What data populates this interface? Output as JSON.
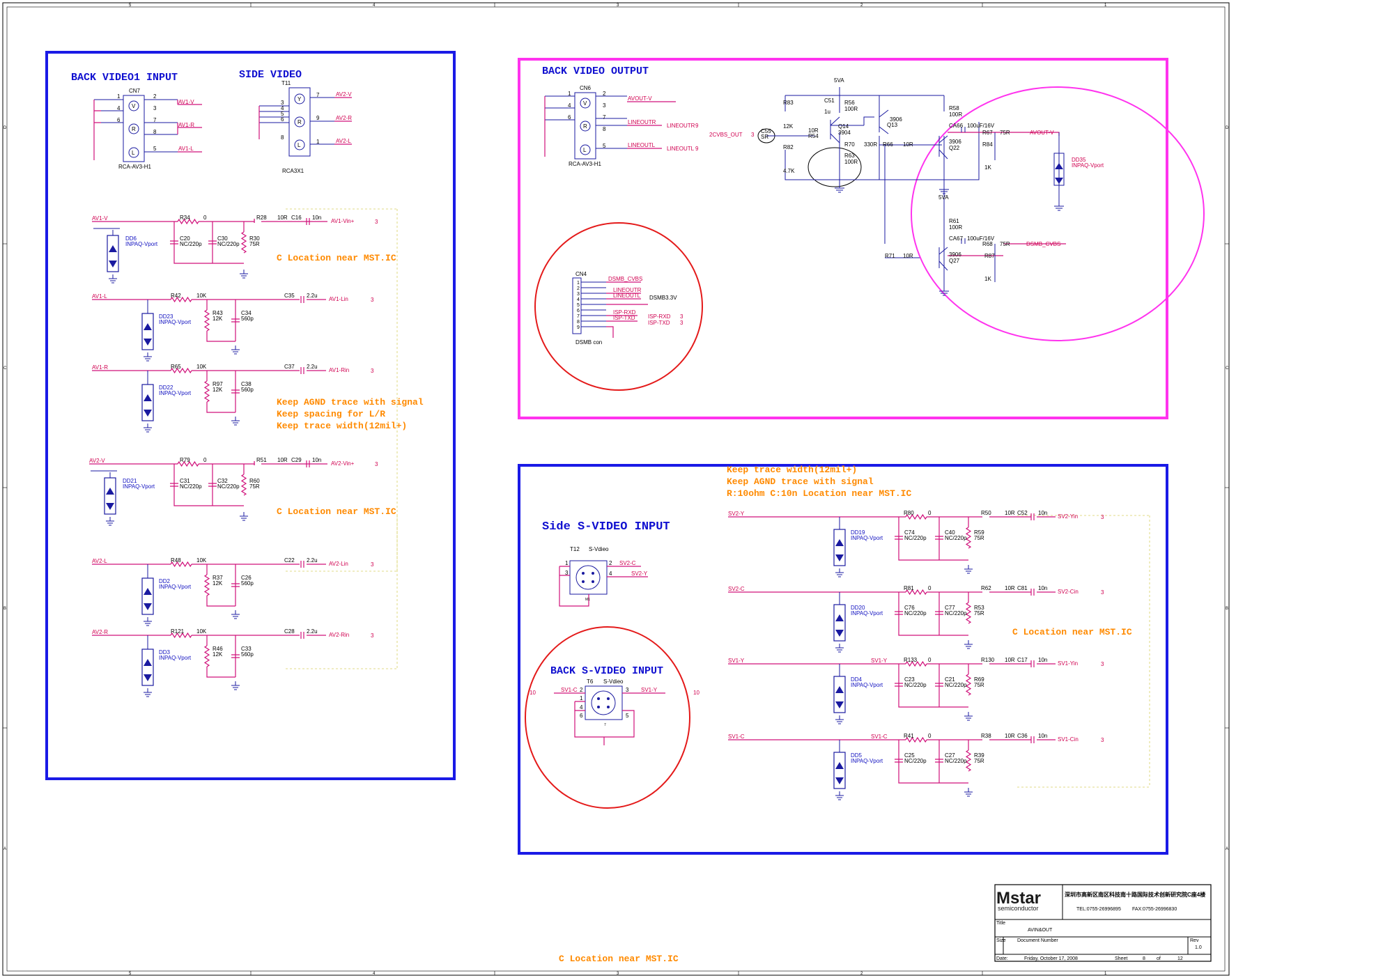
{
  "sections": {
    "back_video1_input": "BACK VIDEO1 INPUT",
    "side_video": "SIDE VIDEO",
    "back_video_output": "BACK VIDEO OUTPUT",
    "side_svideo_input": "Side S-VIDEO INPUT",
    "back_svideo_input": "BACK S-VIDEO INPUT"
  },
  "notes": {
    "c_location_1": "C Location near MST.IC",
    "keep_agnd_1": "Keep AGND trace with signal",
    "keep_spacing": "Keep spacing for L/R",
    "keep_trace_1": "Keep trace width(12mil+)",
    "c_location_2": "C Location near MST.IC",
    "keep_trace_2": "Keep trace width(12mil+)",
    "keep_agnd_2": "Keep AGND trace with signal",
    "r_c_location": "R:10ohm C:10n Location near MST.IC",
    "c_location_3": "C Location near MST.IC",
    "c_location_bottom": "C Location near MST.IC"
  },
  "connectors": {
    "cn7": {
      "ref": "CN7",
      "part": "RCA-AV3-H1",
      "pins": [
        "1",
        "2",
        "3",
        "4",
        "5",
        "6",
        "7",
        "8"
      ],
      "letters": [
        "V",
        "R",
        "L"
      ],
      "nets": [
        "AV1-V",
        "AV1-R",
        "AV1-L"
      ]
    },
    "t11": {
      "ref": "T11",
      "part": "RCA3X1",
      "pins": [
        "3",
        "4",
        "5",
        "6",
        "7",
        "8",
        "9",
        "1"
      ],
      "letters": [
        "Y",
        "R",
        "L"
      ],
      "nets": [
        "AV2-V",
        "AV2-R",
        "AV2-L"
      ]
    },
    "cn6": {
      "ref": "CN6",
      "part": "RCA-AV3-H1",
      "pins": [
        "1",
        "2",
        "3",
        "4",
        "5",
        "6",
        "7",
        "8"
      ],
      "letters": [
        "V",
        "R",
        "L"
      ],
      "nets": [
        "AVOUT-V",
        "LINEOUTR",
        "LINEOUTL"
      ],
      "offsheet": [
        "LINEOUTR",
        "LINEOUTL"
      ],
      "sheet_no": "9"
    },
    "cn4": {
      "ref": "CN4",
      "part": "DSMB con",
      "pins": [
        "1",
        "2",
        "3",
        "4",
        "5",
        "6",
        "7",
        "8",
        "9"
      ],
      "nets": [
        "DSMB_CVBS",
        "LINEOUTR",
        "LINEOUTL",
        "DSMB3.3V",
        "ISP-RXD",
        "ISP-TXD"
      ],
      "offsheet": [
        "ISP-RXD",
        "ISP-TXD"
      ],
      "sheet_no": "3"
    },
    "t12": {
      "ref": "T12",
      "part": "S-Vdieo",
      "pins": [
        "1",
        "2",
        "3",
        "4",
        "M1"
      ],
      "nets": [
        "SV2-C",
        "SV2-Y"
      ]
    },
    "t6": {
      "ref": "T6",
      "part": "S-Vdieo",
      "pins": [
        "2",
        "1",
        "3",
        "4",
        "6",
        "5",
        "7"
      ],
      "nets": [
        "SV1-C",
        "SV1-Y"
      ],
      "sheet_left": "10",
      "sheet_right": "10"
    }
  },
  "input_channels": [
    {
      "net": "AV1-V",
      "r1": "R34",
      "r1v": "0",
      "r2": "R28",
      "r2v": "10R",
      "c": "C16",
      "cv": "10n",
      "cap1": "C20",
      "cap1v": "NC/220p",
      "cap2": "C30",
      "cap2v": "NC/220p",
      "r3": "R30",
      "r3v": "75R",
      "diode": "DD6",
      "diodev": "INPAQ-Vport",
      "out": "AV1-Vin+",
      "sheet": "3"
    },
    {
      "net": "AV1-L",
      "r1": "R42",
      "r1v": "10K",
      "c": "C35",
      "cv": "2.2u",
      "r3": "R43",
      "r3v": "12K",
      "cap2": "C34",
      "cap2v": "560p",
      "diode": "DD23",
      "diodev": "INPAQ-Vport",
      "out": "AV1-Lin",
      "sheet": "3"
    },
    {
      "net": "AV1-R",
      "r1": "R65",
      "r1v": "10K",
      "c": "C37",
      "cv": "2.2u",
      "r3": "R97",
      "r3v": "12K",
      "cap2": "C38",
      "cap2v": "560p",
      "diode": "DD22",
      "diodev": "INPAQ-Vport",
      "out": "AV1-Rin",
      "sheet": "3"
    },
    {
      "net": "AV2-V",
      "r1": "R79",
      "r1v": "0",
      "r2": "R51",
      "r2v": "10R",
      "c": "C29",
      "cv": "10n",
      "cap1": "C31",
      "cap1v": "NC/220p",
      "cap2": "C32",
      "cap2v": "NC/220p",
      "r3": "R60",
      "r3v": "75R",
      "diode": "DD21",
      "diodev": "INPAQ-Vport",
      "out": "AV2-Vin+",
      "sheet": "3"
    },
    {
      "net": "AV2-L",
      "r1": "R48",
      "r1v": "10K",
      "c": "C22",
      "cv": "2.2u",
      "r3": "R37",
      "r3v": "12K",
      "cap2": "C26",
      "cap2v": "560p",
      "diode": "DD2",
      "diodev": "INPAQ-Vport",
      "out": "AV2-Lin",
      "sheet": "3"
    },
    {
      "net": "AV2-R",
      "r1": "R121",
      "r1v": "10K",
      "c": "C28",
      "cv": "2.2u",
      "r3": "R46",
      "r3v": "12K",
      "cap2": "C33",
      "cap2v": "560p",
      "diode": "DD3",
      "diodev": "INPAQ-Vport",
      "out": "AV2-Rin",
      "sheet": "3"
    }
  ],
  "svideo_channels": [
    {
      "net": "SV2-Y",
      "r1": "R80",
      "r1v": "0",
      "r2": "R50",
      "r2v": "10R",
      "c": "C52",
      "cv": "10n",
      "cap1": "C74",
      "cap1v": "NC/220p",
      "cap2": "C40",
      "cap2v": "NC/220p",
      "r3": "R59",
      "r3v": "75R",
      "diode": "DD19",
      "diodev": "INPAQ-Vport",
      "out": "SV2-Yin",
      "sheet": "3"
    },
    {
      "net": "SV2-C",
      "r1": "R81",
      "r1v": "0",
      "r2": "R62",
      "r2v": "10R",
      "c": "C81",
      "cv": "10n",
      "cap1": "C76",
      "cap1v": "NC/220p",
      "cap2": "C77",
      "cap2v": "NC/220p",
      "r3": "R53",
      "r3v": "75R",
      "diode": "DD20",
      "diodev": "INPAQ-Vport",
      "out": "SV2-Cin",
      "sheet": "3"
    },
    {
      "net": "SV1-Y",
      "tap": "SV1-Y",
      "r1": "R133",
      "r1v": "0",
      "r2": "R130",
      "r2v": "10R",
      "c": "C17",
      "cv": "10n",
      "cap1": "C23",
      "cap1v": "NC/220p",
      "cap2": "C21",
      "cap2v": "NC/220p",
      "r3": "R69",
      "r3v": "75R",
      "diode": "DD4",
      "diodev": "INPAQ-Vport",
      "out": "SV1-Yin",
      "sheet": "3"
    },
    {
      "net": "SV1-C",
      "tap": "SV1-C",
      "r1": "R41",
      "r1v": "0",
      "r2": "R38",
      "r2v": "10R",
      "c": "C36",
      "cv": "10n",
      "cap1": "C25",
      "cap1v": "NC/220p",
      "cap2": "C27",
      "cap2v": "NC/220p",
      "r3": "R39",
      "r3v": "75R",
      "diode": "DD5",
      "diodev": "INPAQ-Vport",
      "out": "SV1-Cin",
      "sheet": "3"
    }
  ],
  "output_stage": {
    "in_net": "2CVBS_OUT",
    "in_sheet": "3",
    "supply": "5VA",
    "r83": "R83",
    "r83v": "12K",
    "r82": "R82",
    "r82v": "4.7K",
    "r54": "R54",
    "r54v": "10R",
    "c55": "C55",
    "c55v": "SR",
    "c51": "C51",
    "c51v": "1u",
    "r56": "R56",
    "r56v": "100R",
    "q14": "Q14",
    "q14v": "3904",
    "q13": "Q13",
    "q13v": "3906",
    "r70": "R70",
    "r70v": "330R",
    "r63": "R63",
    "r63v": "100R",
    "r66": "R66",
    "r66v": "10R",
    "r58": "R58",
    "r58v": "100R",
    "q22": "Q22",
    "q22v": "3906",
    "ca66": "CA66",
    "ca66v": "100uF/16V",
    "r67": "R67",
    "r67v": "75R",
    "r84": "R84",
    "r84v": "1K",
    "out1": "AVOUT-V",
    "dd35": "DD35",
    "dd35v": "INPAQ-Vport",
    "r61": "R61",
    "r61v": "100R",
    "ca67": "CA67",
    "ca67v": "100uF/16V",
    "r68": "R68",
    "r68v": "75R",
    "r71": "R71",
    "r71v": "10R",
    "q27": "Q27",
    "q27v": "3906",
    "r87": "R87",
    "r87v": "1K",
    "out2": "DSMB_CVBS",
    "supply2": "5VA"
  },
  "title_block": {
    "company": "Mstar",
    "company_sub": "semiconductor",
    "address": "深圳市高新区南区科技南十路国际技术创新研究院C座4楼",
    "tel": "TEL:0755-26996895",
    "fax": "FAX:0755-26996830",
    "title_label": "Title",
    "title": "AVIN&OUT",
    "size_label": "Size",
    "docnum_label": "Document Number",
    "rev_label": "Rev",
    "rev": "1.0",
    "date_label": "Date:",
    "date": "Friday, October 17, 2008",
    "sheet_label": "Sheet",
    "sheet": "8",
    "of_label": "of",
    "of": "12"
  },
  "border": {
    "top_cols": [
      "5",
      "4",
      "3",
      "2",
      "1"
    ],
    "side_rows": [
      "D",
      "C",
      "B",
      "A"
    ]
  }
}
